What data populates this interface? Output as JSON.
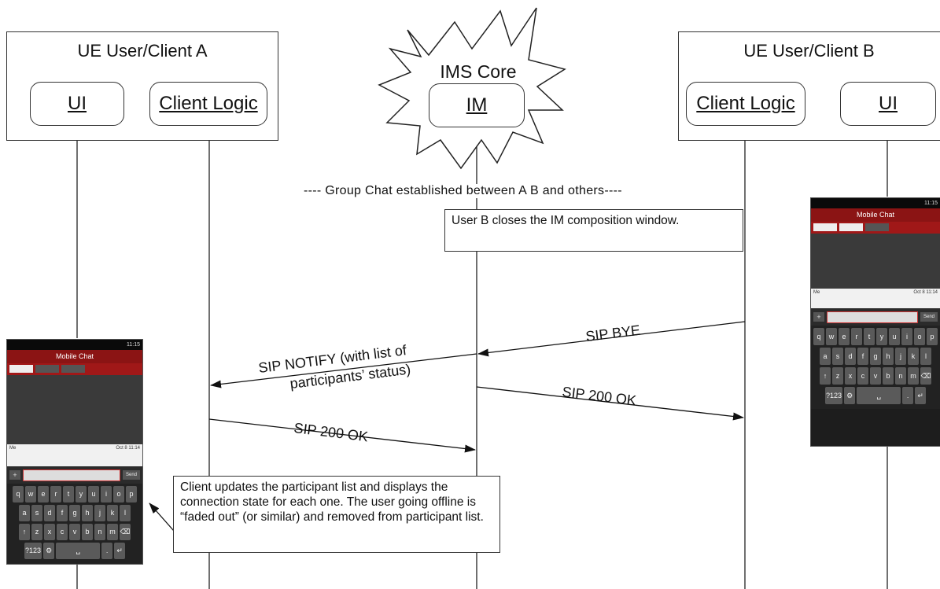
{
  "participants": {
    "client_a_title": "UE User/Client A",
    "client_b_title": "UE User/Client B",
    "ims_title": "IMS Core",
    "a_ui": "UI",
    "a_logic": "Client Logic",
    "ims_im": "IM",
    "b_logic": "Client Logic",
    "b_ui": "UI"
  },
  "banner": "---- Group Chat established between A B and others----",
  "notes": {
    "user_b_closes": "User B closes the IM composition window.",
    "client_updates": "Client updates the participant list and displays the connection state for each one. The user going offline is “faded out” (or similar) and removed from participant list."
  },
  "messages": {
    "sip_bye": "SIP BYE",
    "sip_notify_1": "SIP NOTIFY (with list of",
    "sip_notify_2": "participants’ status)",
    "sip_200_ok_b": "SIP 200 OK",
    "sip_200_ok_a": "SIP 200 OK"
  },
  "phone": {
    "status_time": "11:15",
    "app_title": "Mobile Chat",
    "msg_sender": "Me",
    "msg_time": "Oct 8 11:14",
    "send_label": "Send",
    "plus_label": "+",
    "keys_row1": [
      "q",
      "w",
      "e",
      "r",
      "t",
      "y",
      "u",
      "i",
      "o",
      "p"
    ],
    "keys_row2": [
      "a",
      "s",
      "d",
      "f",
      "g",
      "h",
      "j",
      "k",
      "l"
    ],
    "keys_row3": [
      "↑",
      "z",
      "x",
      "c",
      "v",
      "b",
      "n",
      "m",
      "⌫"
    ],
    "keys_row4": [
      "?123",
      "⚙",
      "␣",
      ".",
      "↵"
    ]
  }
}
